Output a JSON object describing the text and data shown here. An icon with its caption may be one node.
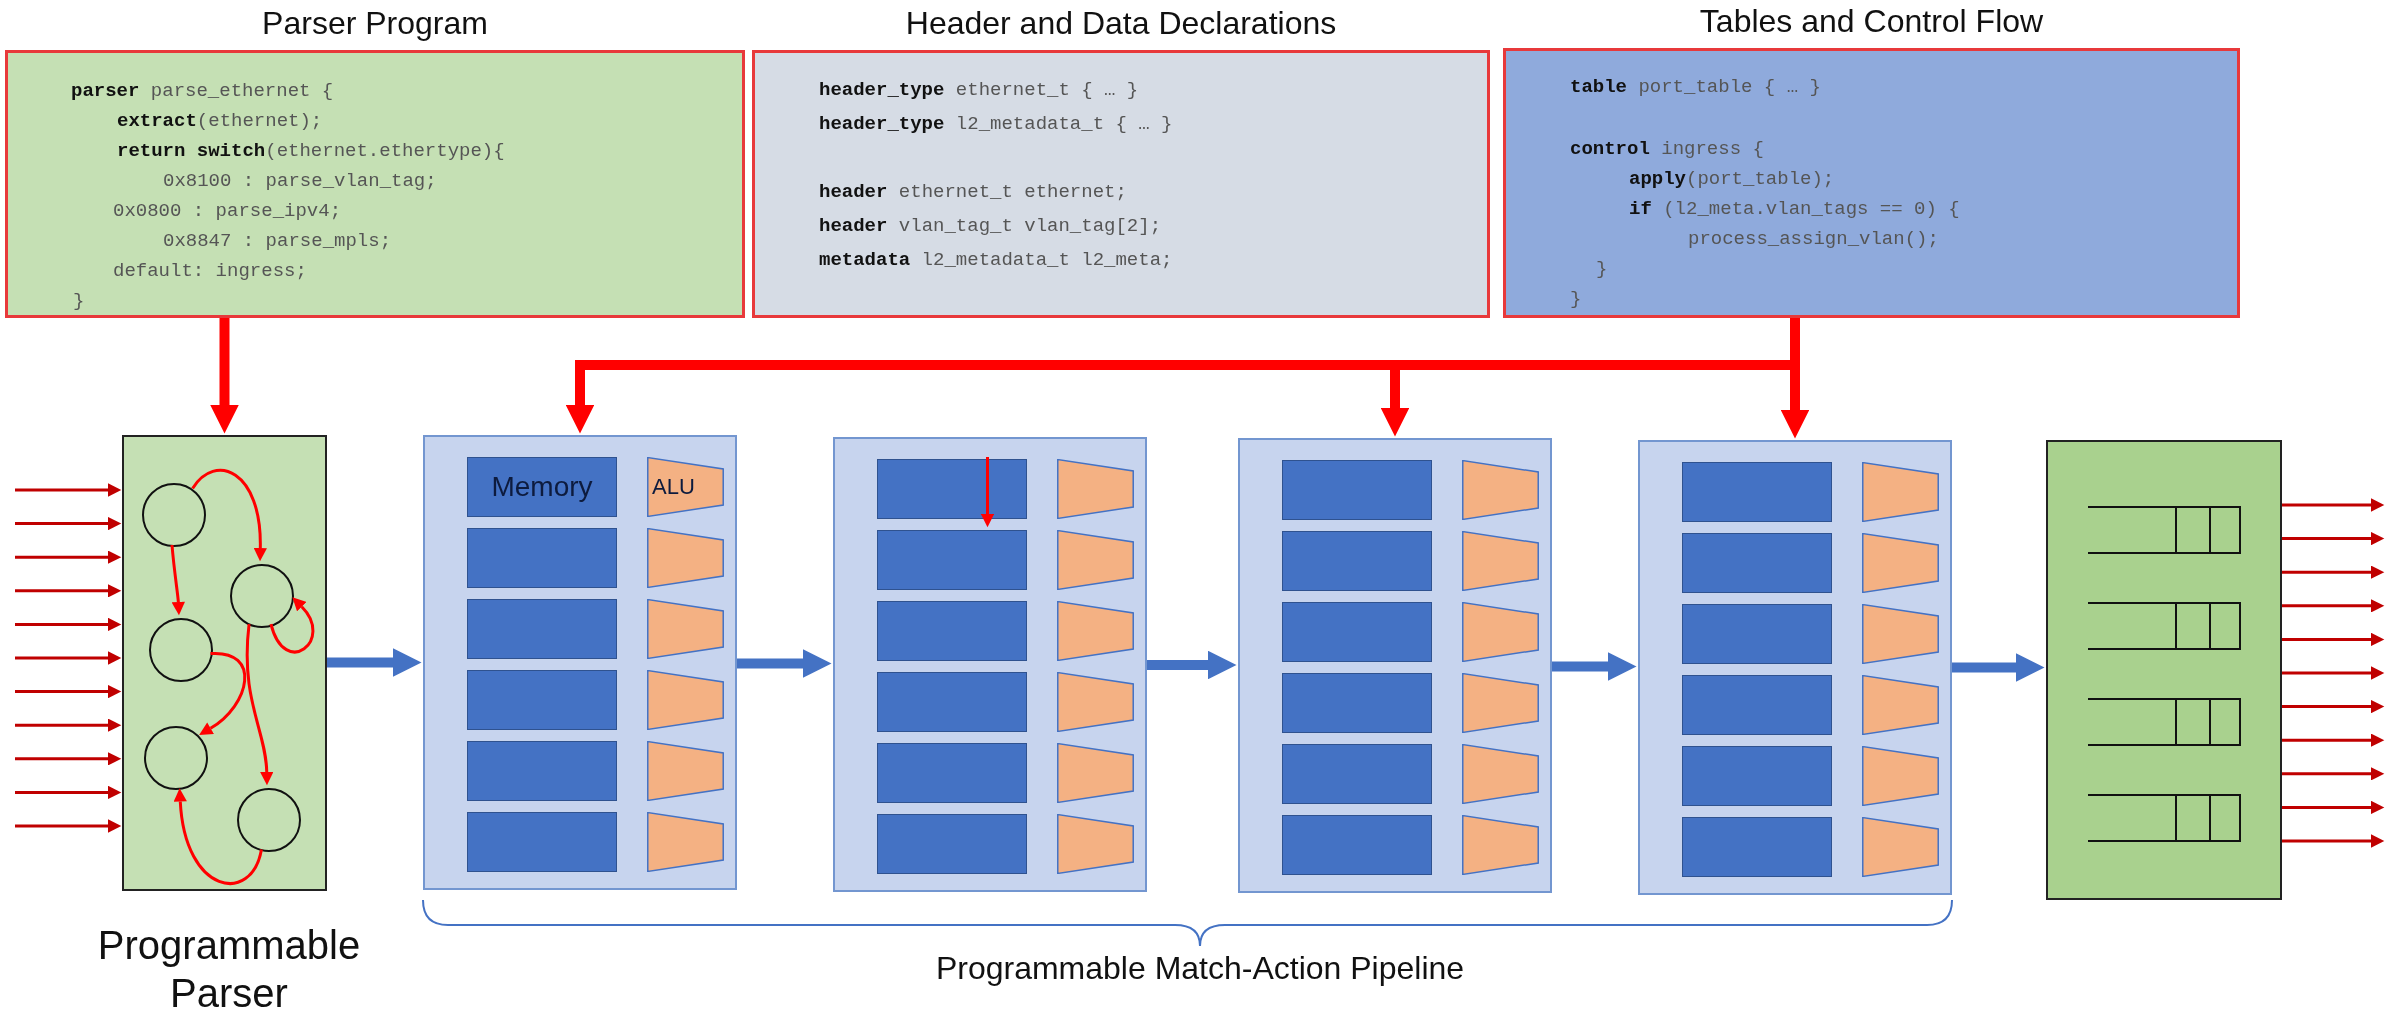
{
  "diagram": {
    "nodes": [
      {
        "text": [
          "Parser Program",
          "**parser** parse_ethernet {",
          "**extract**(ethernet);",
          "**return switch**(ethernet.ethertype){",
          "0x8100 : parse_vlan_tag;",
          "0x0800 : parse_ipv4;",
          "0x8847 : parse_mpls;",
          "default: ingress;",
          "}"
        ]
      },
      {
        "text": [
          "Header and Data Declarations",
          "**header_type** ethernet_t { … }",
          "**header_type** l2_metadata_t { … }",
          "**header** ethernet_t ethernet;",
          "**header** vlan_tag_t vlan_tag[2];",
          "**metadata** l2_metadata_t l2_meta;"
        ]
      },
      {
        "text": [
          "Tables and Control Flow",
          "**table** port_table { … }",
          "**control** ingress {",
          "**apply**(port_table);",
          "**if** (l2_meta.vlan_tags == 0) {",
          "process_assign_vlan();",
          "}",
          "}"
        ]
      },
      {
        "text": [],
        "shape": "box",
        "beside": [
          "Programmable Parser"
        ]
      },
      {
        "text": [],
        "shape": "circle",
        "in": 3
      },
      {
        "text": [],
        "shape": "circle",
        "in": 3
      },
      {
        "text": [],
        "shape": "circle",
        "in": 3
      },
      {
        "text": [],
        "shape": "circle",
        "in": 3
      },
      {
        "text": [],
        "shape": "circle",
        "in": 3
      },
      {
        "text": [],
        "shape": "box"
      },
      {
        "text": [
          "Memory"
        ],
        "in": 9
      },
      {
        "text": [
          "ALU"
        ],
        "in": 9
      },
      {
        "text": [],
        "shape": "box",
        "in": 9
      },
      {
        "text": [],
        "shape": "trapezoid",
        "in": 9
      },
      {
        "text": [],
        "shape": "box",
        "in": 9
      },
      {
        "text": [],
        "shape": "trapezoid",
        "in": 9
      },
      {
        "text": [],
        "shape": "box",
        "in": 9
      },
      {
        "text": [],
        "shape": "trapezoid",
        "in": 9
      },
      {
        "text": [],
        "shape": "box",
        "in": 9
      },
      {
        "text": [],
        "shape": "trapezoid",
        "in": 9
      },
      {
        "text": [],
        "shape": "box",
        "in": 9
      },
      {
        "text": [],
        "shape": "trapezoid",
        "in": 9
      },
      {
        "text": [],
        "shape": "box"
      },
      {
        "text": [],
        "shape": "box",
        "in": 22
      },
      {
        "text": [],
        "shape": "trapezoid",
        "in": 22
      },
      {
        "text": [],
        "shape": "box",
        "in": 22
      },
      {
        "text": [],
        "shape": "trapezoid",
        "in": 22
      },
      {
        "text": [],
        "shape": "box",
        "in": 22
      },
      {
        "text": [],
        "shape": "trapezoid",
        "in": 22
      },
      {
        "text": [],
        "shape": "box",
        "in": 22
      },
      {
        "text": [],
        "shape": "trapezoid",
        "in": 22
      },
      {
        "text": [],
        "shape": "box",
        "in": 22
      },
      {
        "text": [],
        "shape": "trapezoid",
        "in": 22
      },
      {
        "text": [],
        "shape": "box",
        "in": 22
      },
      {
        "text": [],
        "shape": "trapezoid",
        "in": 22
      },
      {
        "text": [],
        "shape": "box"
      },
      {
        "text": [],
        "shape": "box",
        "in": 35
      },
      {
        "text": [],
        "shape": "trapezoid",
        "in": 35
      },
      {
        "text": [],
        "shape": "box",
        "in": 35
      },
      {
        "text": [],
        "shape": "trapezoid",
        "in": 35
      },
      {
        "text": [],
        "shape": "box",
        "in": 35
      },
      {
        "text": [],
        "shape": "trapezoid",
        "in": 35
      },
      {
        "text": [],
        "shape": "box",
        "in": 35
      },
      {
        "text": [],
        "shape": "trapezoid",
        "in": 35
      },
      {
        "text": [],
        "shape": "box",
        "in": 35
      },
      {
        "text": [],
        "shape": "trapezoid",
        "in": 35
      },
      {
        "text": [],
        "shape": "box",
        "in": 35
      },
      {
        "text": [],
        "shape": "trapezoid",
        "in": 35
      },
      {
        "text": [],
        "shape": "box"
      },
      {
        "text": [],
        "shape": "box",
        "in": 48
      },
      {
        "text": [],
        "shape": "trapezoid",
        "in": 48
      },
      {
        "text": [],
        "shape": "box",
        "in": 48
      },
      {
        "text": [],
        "shape": "trapezoid",
        "in": 48
      },
      {
        "text": [],
        "shape": "box",
        "in": 48
      },
      {
        "text": [],
        "shape": "trapezoid",
        "in": 48
      },
      {
        "text": [],
        "shape": "box",
        "in": 48
      },
      {
        "text": [],
        "shape": "trapezoid",
        "in": 48
      },
      {
        "text": [],
        "shape": "box",
        "in": 48
      },
      {
        "text": [],
        "shape": "trapezoid",
        "in": 48
      },
      {
        "text": [],
        "shape": "box",
        "in": 48
      },
      {
        "text": [],
        "shape": "trapezoid",
        "in": 48
      },
      {
        "text": [],
        "shape": "box"
      }
    ],
    "edges": [
      {
        "from": 0,
        "to": 3,
        "arrow": "to",
        "style": "thick",
        "color": "#ff0000"
      },
      {
        "from": 2,
        "to": 9,
        "arrow": "to",
        "style": "thick",
        "color": "#ff0000"
      },
      {
        "from": 2,
        "to": 35,
        "arrow": "to",
        "style": "thick",
        "color": "#ff0000"
      },
      {
        "from": 2,
        "to": 48,
        "arrow": "to",
        "style": "thick",
        "color": "#ff0000"
      },
      {
        "from": null,
        "to": 3,
        "arrow": "to",
        "color": "#c00000"
      },
      {
        "from": null,
        "to": 3,
        "arrow": "to",
        "color": "#c00000"
      },
      {
        "from": null,
        "to": 3,
        "arrow": "to",
        "color": "#c00000"
      },
      {
        "from": null,
        "to": 3,
        "arrow": "to",
        "color": "#c00000"
      },
      {
        "from": null,
        "to": 3,
        "arrow": "to",
        "color": "#c00000"
      },
      {
        "from": null,
        "to": 3,
        "arrow": "to",
        "color": "#c00000"
      },
      {
        "from": null,
        "to": 3,
        "arrow": "to",
        "color": "#c00000"
      },
      {
        "from": null,
        "to": 3,
        "arrow": "to",
        "color": "#c00000"
      },
      {
        "from": null,
        "to": 3,
        "arrow": "to",
        "color": "#c00000"
      },
      {
        "from": null,
        "to": 3,
        "arrow": "to",
        "color": "#c00000"
      },
      {
        "from": null,
        "to": 3,
        "arrow": "to",
        "color": "#c00000"
      },
      {
        "from": 4,
        "to": 5,
        "arrow": "to",
        "color": "#ff0000"
      },
      {
        "from": 4,
        "to": 6,
        "arrow": "to",
        "color": "#ff0000"
      },
      {
        "from": 5,
        "to": 5,
        "arrow": "to",
        "color": "#ff0000"
      },
      {
        "from": 5,
        "to": 8,
        "arrow": "to",
        "color": "#ff0000"
      },
      {
        "from": 6,
        "to": 7,
        "arrow": "to",
        "color": "#ff0000"
      },
      {
        "from": 8,
        "to": 7,
        "arrow": "to",
        "color": "#ff0000"
      },
      {
        "from": 3,
        "to": 9,
        "arrow": "to",
        "style": "thick",
        "color": "#4472c4"
      },
      {
        "from": 9,
        "to": 22,
        "arrow": "to",
        "style": "thick",
        "color": "#4472c4"
      },
      {
        "from": 22,
        "to": 35,
        "arrow": "to",
        "style": "thick",
        "color": "#4472c4"
      },
      {
        "from": 35,
        "to": 48,
        "arrow": "to",
        "style": "thick",
        "color": "#4472c4"
      },
      {
        "from": 48,
        "to": 61,
        "arrow": "to",
        "style": "thick",
        "color": "#4472c4"
      },
      {
        "from": 23,
        "to": 25,
        "arrow": "to",
        "color": "#ff0000"
      },
      {
        "from": 61,
        "to": null,
        "arrow": "to",
        "color": "#c00000"
      },
      {
        "from": 61,
        "to": null,
        "arrow": "to",
        "color": "#c00000"
      },
      {
        "from": 61,
        "to": null,
        "arrow": "to",
        "color": "#c00000"
      },
      {
        "from": 61,
        "to": null,
        "arrow": "to",
        "color": "#c00000"
      },
      {
        "from": 61,
        "to": null,
        "arrow": "to",
        "color": "#c00000"
      },
      {
        "from": 61,
        "to": null,
        "arrow": "to",
        "color": "#c00000"
      },
      {
        "from": 61,
        "to": null,
        "arrow": "to",
        "color": "#c00000"
      },
      {
        "from": 61,
        "to": null,
        "arrow": "to",
        "color": "#c00000"
      },
      {
        "from": 61,
        "to": null,
        "arrow": "to",
        "color": "#c00000"
      },
      {
        "from": 61,
        "to": null,
        "arrow": "to",
        "color": "#c00000"
      },
      {
        "from": 61,
        "to": null,
        "arrow": "to",
        "color": "#c00000"
      }
    ],
    "labels": [
      "Programmable Match-Action Pipeline"
    ]
  }
}
